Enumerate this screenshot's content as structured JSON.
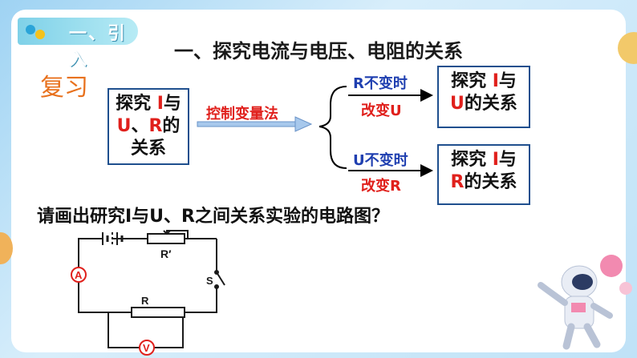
{
  "section": {
    "label": "一、引入",
    "dot_colors": [
      "#2aa4d8",
      "#f4c21c"
    ]
  },
  "title": "一、探究电流与电压、电阻的关系",
  "review": "复习",
  "left_box": {
    "line1a": "探究 ",
    "line1b": "I",
    "line1c": "与",
    "line2a": "U",
    "line2b": "、",
    "line2c": "R",
    "line2d": "的",
    "line3": "关系"
  },
  "method": "控制变量法",
  "top_branch": {
    "cond_a": "R不变时",
    "cond_b": "改变U"
  },
  "bottom_branch": {
    "cond_a": "U不变时",
    "cond_b": "改变R"
  },
  "top_box": {
    "l1a": "探究 ",
    "l1b": "I",
    "l1c": "与",
    "l2a": "U",
    "l2b": "的关系"
  },
  "bottom_box": {
    "l1a": "探究 ",
    "l1b": "I",
    "l1c": "与",
    "l2a": "R",
    "l2b": "的关系"
  },
  "question": "请画出研究I与U、R之间关系实验的电路图？",
  "circuit": {
    "rheostat_label": "R′",
    "switch_label": "S",
    "ammeter": "A",
    "resistor_label": "R",
    "voltmeter": "V"
  },
  "colors": {
    "accent_red": "#e0201c",
    "accent_blue": "#1f3fb0",
    "box_border": "#1f4f8e",
    "meter_red": "#e0201c"
  }
}
